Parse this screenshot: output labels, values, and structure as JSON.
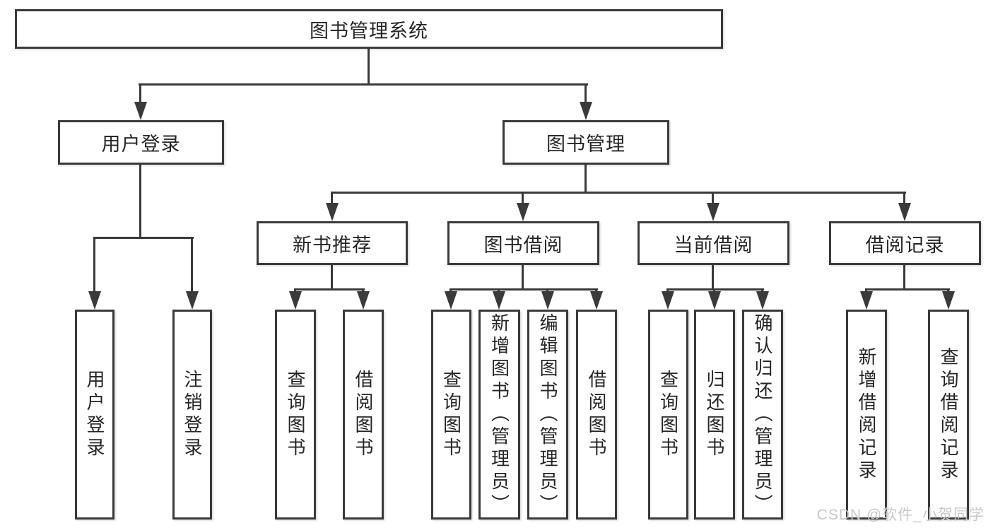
{
  "diagram": {
    "title": "图书管理系统",
    "level2": {
      "user_login": "用户登录",
      "book_management": "图书管理"
    },
    "level3": {
      "new_book": "新书推荐",
      "book_borrow": "图书借阅",
      "current_borrow": "当前借阅",
      "borrow_record": "借阅记录"
    },
    "leaves": {
      "user_login_1": "用户登录",
      "user_login_2": "注销登录",
      "new_book_1": "查询图书",
      "new_book_2": "借阅图书",
      "book_borrow_1": "查询图书",
      "book_borrow_2": "新增图书（管理员）",
      "book_borrow_3": "编辑图书（管理员）",
      "book_borrow_4": "借阅图书",
      "current_borrow_1": "查询图书",
      "current_borrow_2": "归还图书",
      "current_borrow_3": "确认归还（管理员）",
      "borrow_record_1": "新增借阅记录",
      "borrow_record_2": "查询借阅记录"
    }
  },
  "watermark": {
    "text": "CSDN @软件_小贺同学",
    "color": "#c8c8c8"
  },
  "colors": {
    "line": "#3a3a3a",
    "border": "#3a3a3a",
    "fill": "#ffffff",
    "text": "#262626"
  }
}
